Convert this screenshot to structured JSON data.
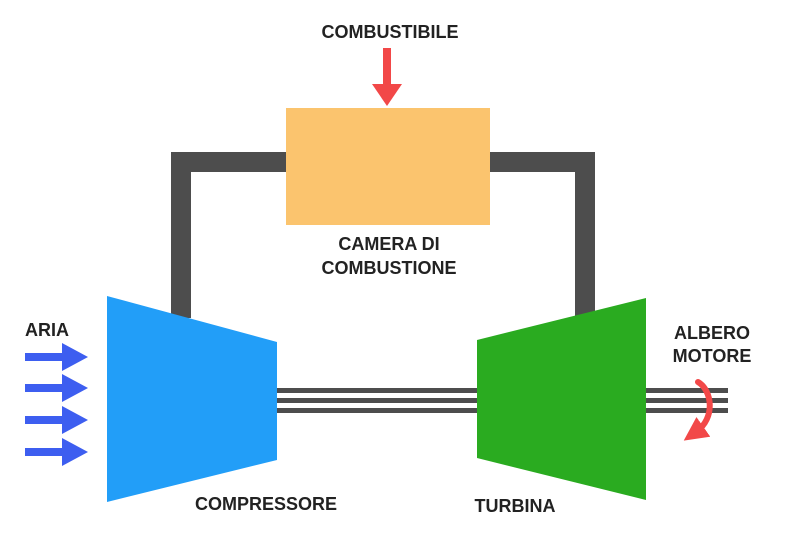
{
  "labels": {
    "fuel": "COMBUSTIBILE",
    "chamber_line1": "CAMERA DI",
    "chamber_line2": "COMBUSTIONE",
    "air": "ARIA",
    "shaft_line1": "ALBERO",
    "shaft_line2": "MOTORE",
    "compressor": "COMPRESSORE",
    "turbine": "TURBINA"
  },
  "icons": {
    "fuel_arrow": "arrow-down-icon",
    "air_arrows": "arrow-right-icon",
    "rotation": "curved-rotation-arrow-icon"
  },
  "colors": {
    "compressor": "#229ef8",
    "turbine": "#2aab20",
    "chamber": "#fbc46e",
    "ducts": "#4d4d4d",
    "air_arrows": "#3d5ef0",
    "fuel_arrow": "#f24848",
    "rotation_arrow": "#f24848",
    "text": "#222222"
  }
}
